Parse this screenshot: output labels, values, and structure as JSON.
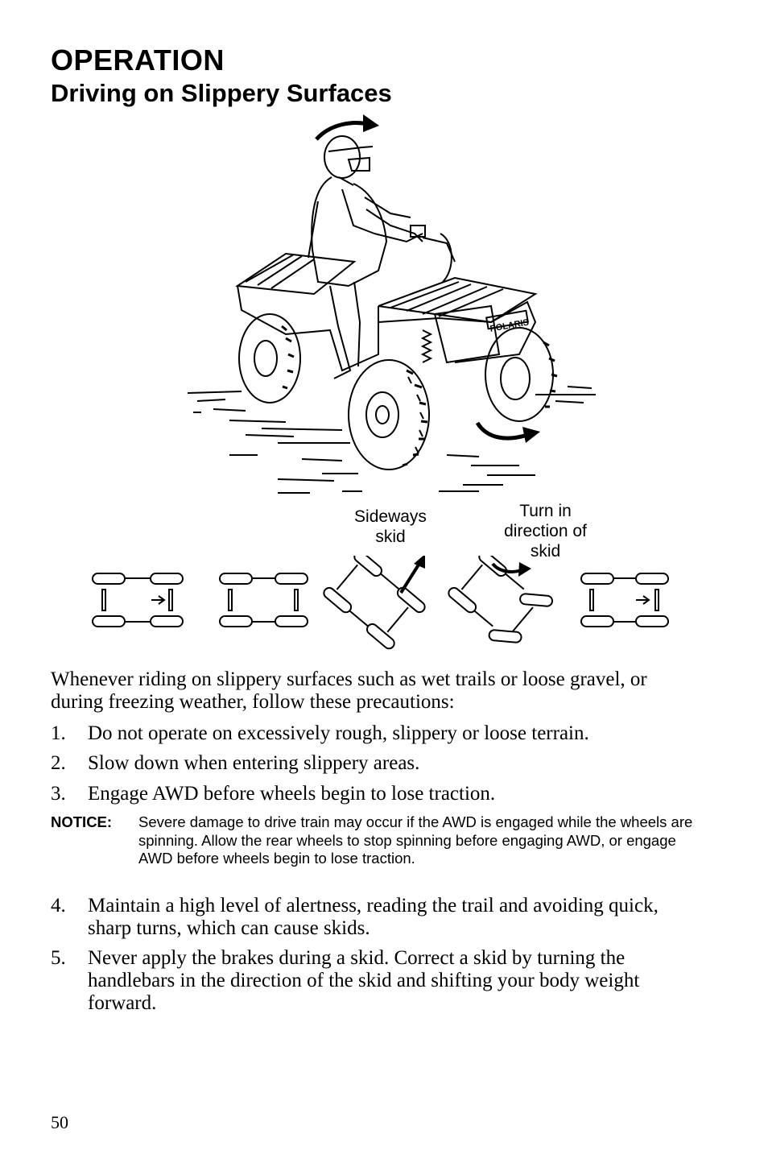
{
  "header": {
    "section": "OPERATION",
    "title": "Driving on Slippery Surfaces"
  },
  "illustration": {
    "brand_badge": "POLARIS",
    "labels": {
      "sideways_skid": "Sideways skid",
      "turn_in_direction": "Turn in direction of skid"
    }
  },
  "content": {
    "intro": "Whenever riding on slippery surfaces such as wet trails or loose gravel, or during freezing weather, follow these precautions:",
    "steps": [
      {
        "num": "1.",
        "text": "Do not operate on excessively rough, slippery or loose terrain."
      },
      {
        "num": "2.",
        "text": "Slow down when entering slippery areas."
      },
      {
        "num": "3.",
        "text": "Engage AWD before wheels begin to lose traction."
      },
      {
        "num": "4.",
        "text": "Maintain a high level of alertness, reading the trail and avoiding quick, sharp turns, which can cause skids."
      },
      {
        "num": "5.",
        "text": "Never apply the brakes during a skid. Correct a skid by turning the handlebars in the direction of the skid and shifting your body weight forward."
      }
    ],
    "notice": {
      "label": "NOTICE:",
      "text": "Severe damage to drive train may occur if the AWD is engaged while the wheels are spinning. Allow the rear wheels to stop spinning before engaging AWD, or engage AWD before wheels begin to lose traction."
    }
  },
  "footer": {
    "page_number": "50"
  }
}
